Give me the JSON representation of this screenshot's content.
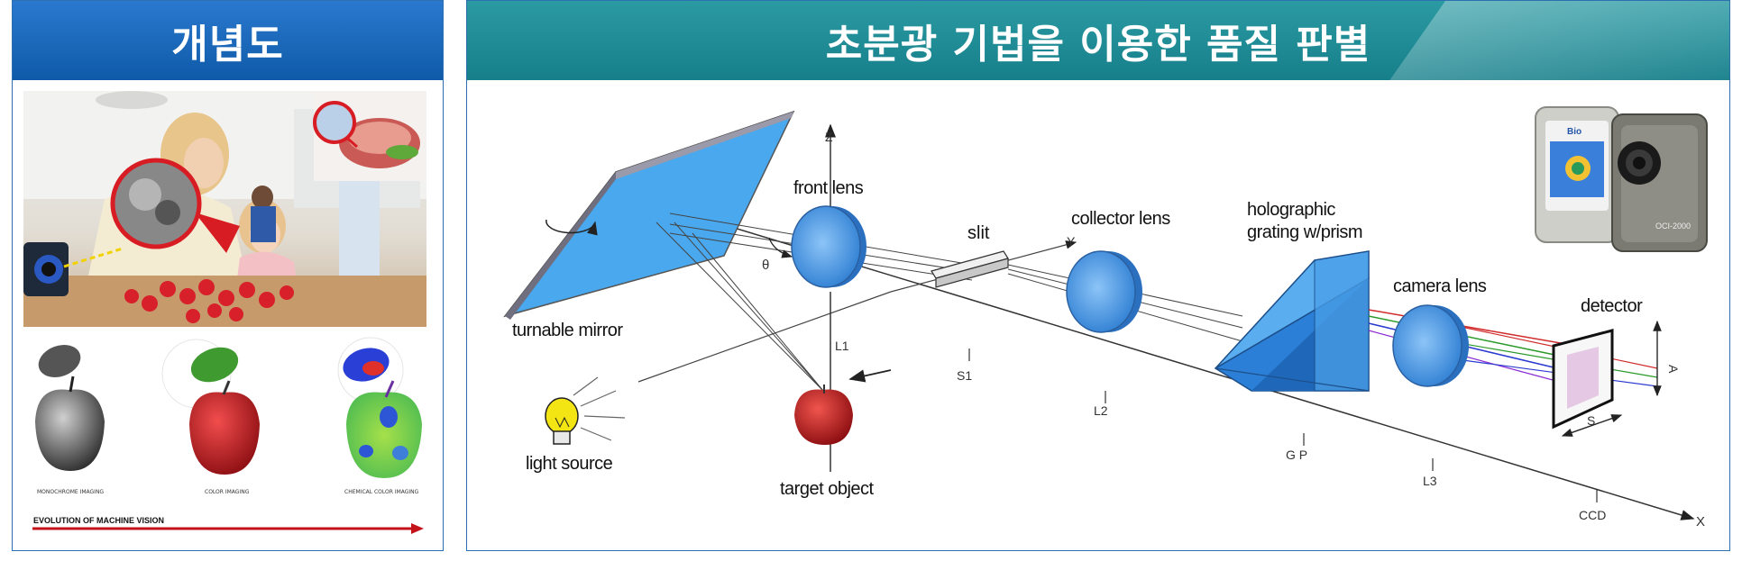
{
  "left_panel": {
    "title": "개념도",
    "apples": [
      {
        "caption": "MONOCHROME IMAGING"
      },
      {
        "caption": "COLOR IMAGING"
      },
      {
        "caption": "CHEMICAL COLOR IMAGING"
      }
    ],
    "evolution_label": "EVOLUTION OF MACHINE VISION"
  },
  "right_panel": {
    "title": "초분광 기법을 이용한 품질 판별",
    "labels": {
      "mirror": "turnable mirror",
      "front_lens": "front lens",
      "slit": "slit",
      "collector_lens": "collector lens",
      "grating_line1": "holographic",
      "grating_line2": "grating w/prism",
      "camera_lens": "camera lens",
      "detector": "detector",
      "light_source": "light source",
      "target": "target object"
    },
    "axis_marks": {
      "z": "Z",
      "y": "Y",
      "x": "X",
      "theta": "θ",
      "l1": "L1",
      "s1": "S1",
      "l2": "L2",
      "gp": "G P",
      "l3": "L3",
      "ccd": "CCD",
      "dim_a": "A",
      "dim_s": "S"
    },
    "device_brand": "Bio",
    "device_model": "OCI-2000"
  }
}
